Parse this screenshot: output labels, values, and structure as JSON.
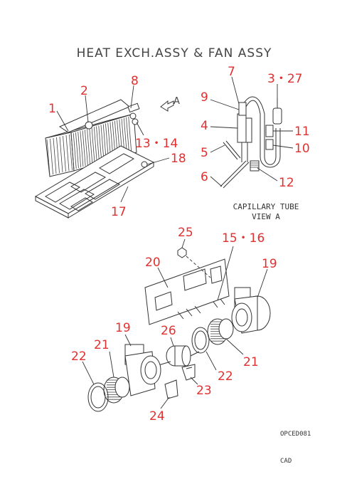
{
  "title": "HEAT EXCH.ASSY & FAN ASSY",
  "view_marker": "A",
  "callouts": {
    "c1": "1",
    "c2": "2",
    "c8": "8",
    "c13_14": "13・14",
    "c18": "18",
    "c17": "17",
    "c7": "7",
    "c3_27": "3・27",
    "c9": "9",
    "c4": "4",
    "c11": "11",
    "c5": "5",
    "c10": "10",
    "c6": "6",
    "c12": "12",
    "c25": "25",
    "c15_16": "15・16",
    "c20": "20",
    "c19a": "19",
    "c19b": "19",
    "c26": "26",
    "c21a": "21",
    "c21b": "21",
    "c22a": "22",
    "c22b": "22",
    "c23": "23",
    "c24": "24"
  },
  "captions": {
    "view_line1": "CAPILLARY TUBE",
    "view_line2": "VIEW A",
    "drawing_code": "OPCED081",
    "cad": "CAD"
  },
  "colors": {
    "callout": "#e03030",
    "line": "#333333"
  }
}
